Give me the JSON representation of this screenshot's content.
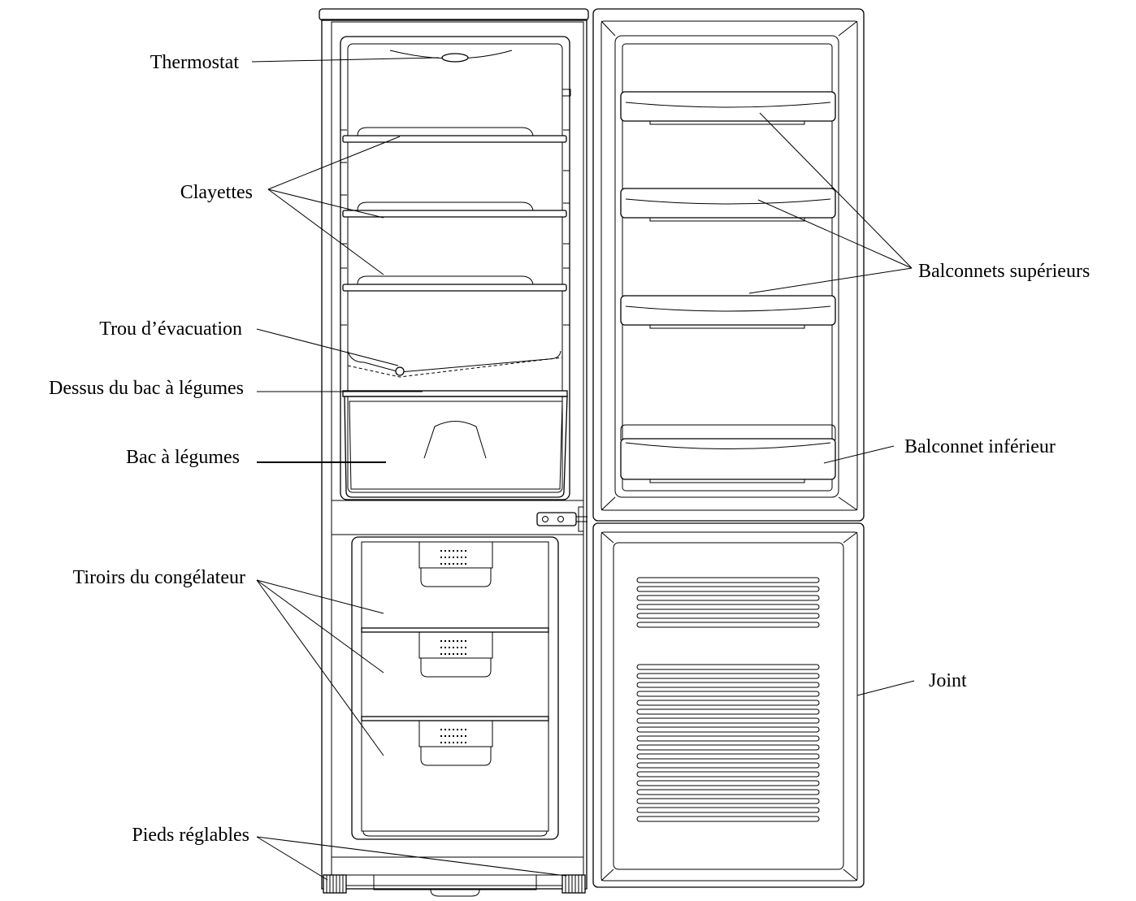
{
  "labels": {
    "thermostat": "Thermostat",
    "clayettes": "Clayettes",
    "trou_evacuation": "Trou d’évacuation",
    "dessus_bac": "Dessus du bac à légumes",
    "bac_legumes": "Bac à légumes",
    "tiroirs": "Tiroirs du congélateur",
    "pieds": "Pieds réglables",
    "balconnets_sup": "Balconnets supérieurs",
    "balconnet_inf": "Balconnet inférieur",
    "joint": "Joint"
  }
}
